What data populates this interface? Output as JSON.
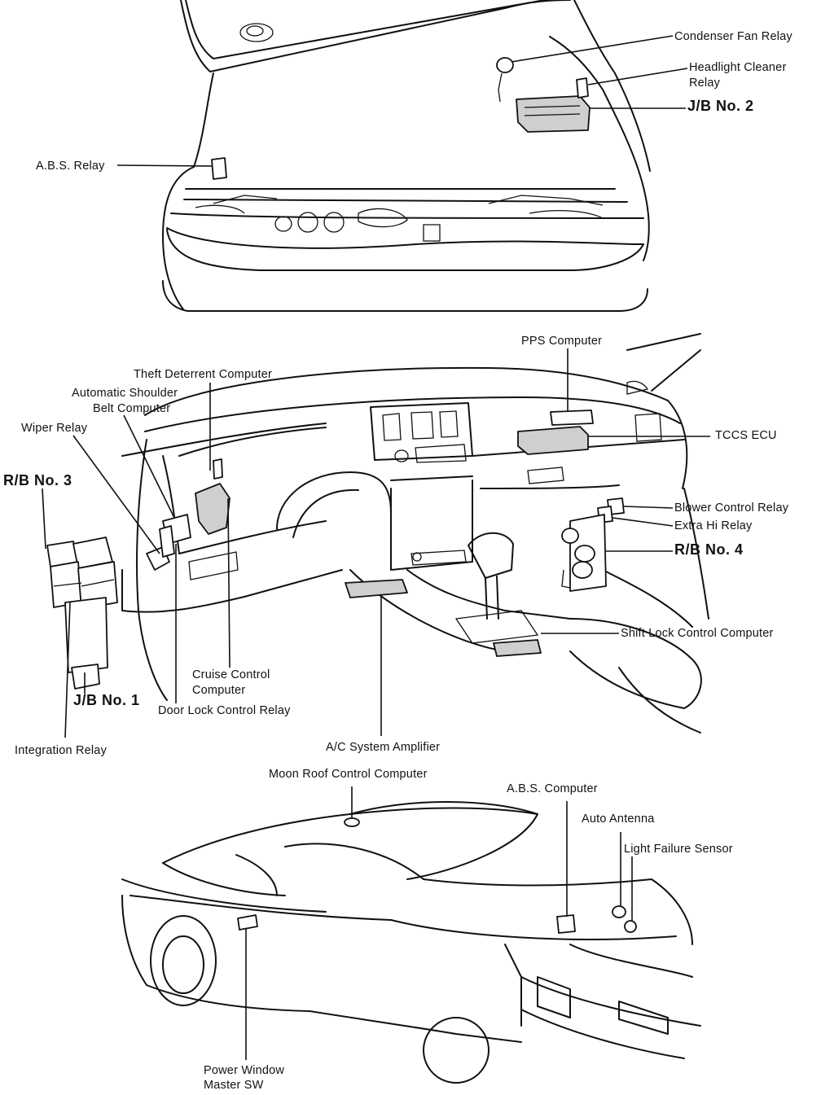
{
  "labels": {
    "condenser_fan_relay": "Condenser Fan Relay",
    "headlight_cleaner_relay_1": "Headlight Cleaner",
    "headlight_cleaner_relay_2": "Relay",
    "jb_no2": "J/B No. 2",
    "abs_relay": "A.B.S. Relay",
    "pps_computer": "PPS Computer",
    "theft_deterrent_computer": "Theft Deterrent Computer",
    "auto_shoulder_belt_1": "Automatic Shoulder",
    "auto_shoulder_belt_2": "Belt Computer",
    "wiper_relay": "Wiper Relay",
    "tccs_ecu": "TCCS ECU",
    "rb_no3": "R/B No. 3",
    "blower_control_relay": "Blower Control Relay",
    "extra_hi_relay": "Extra Hi Relay",
    "rb_no4": "R/B No. 4",
    "shift_lock_control_computer": "Shift Lock Control Computer",
    "cruise_control_computer_1": "Cruise Control",
    "cruise_control_computer_2": "Computer",
    "jb_no1": "J/B No. 1",
    "door_lock_control_relay": "Door Lock Control Relay",
    "integration_relay": "Integration Relay",
    "ac_system_amplifier": "A/C System Amplifier",
    "moon_roof_control_computer": "Moon Roof Control Computer",
    "abs_computer": "A.B.S. Computer",
    "auto_antenna": "Auto Antenna",
    "light_failure_sensor": "Light Failure Sensor",
    "power_window_master_sw_1": "Power Window",
    "power_window_master_sw_2": "Master SW"
  }
}
